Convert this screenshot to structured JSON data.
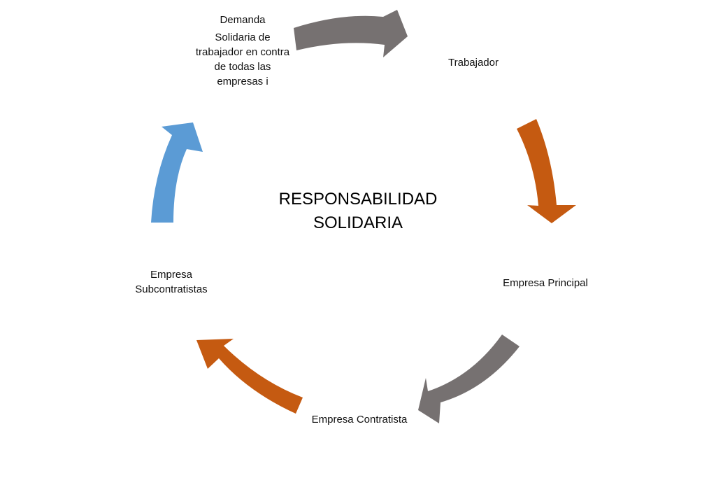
{
  "title": {
    "line1": "RESPONSABILIDAD",
    "line2": "SOLIDARIA"
  },
  "nodes": {
    "demanda": {
      "heading": "Demanda",
      "lines": [
        "Solidaria de",
        "trabajador en contra",
        "de todas las",
        "empresas i"
      ]
    },
    "trabajador": {
      "label": "Trabajador"
    },
    "empresa_principal": {
      "label": "Empresa Principal"
    },
    "empresa_contratista": {
      "label": "Empresa Contratista"
    },
    "empresa_subcontratistas": {
      "line1": "Empresa",
      "line2": "Subcontratistas"
    }
  },
  "colors": {
    "gray_arrow": "#767171",
    "orange_arrow": "#C55A11",
    "blue_arrow": "#5B9BD5"
  }
}
